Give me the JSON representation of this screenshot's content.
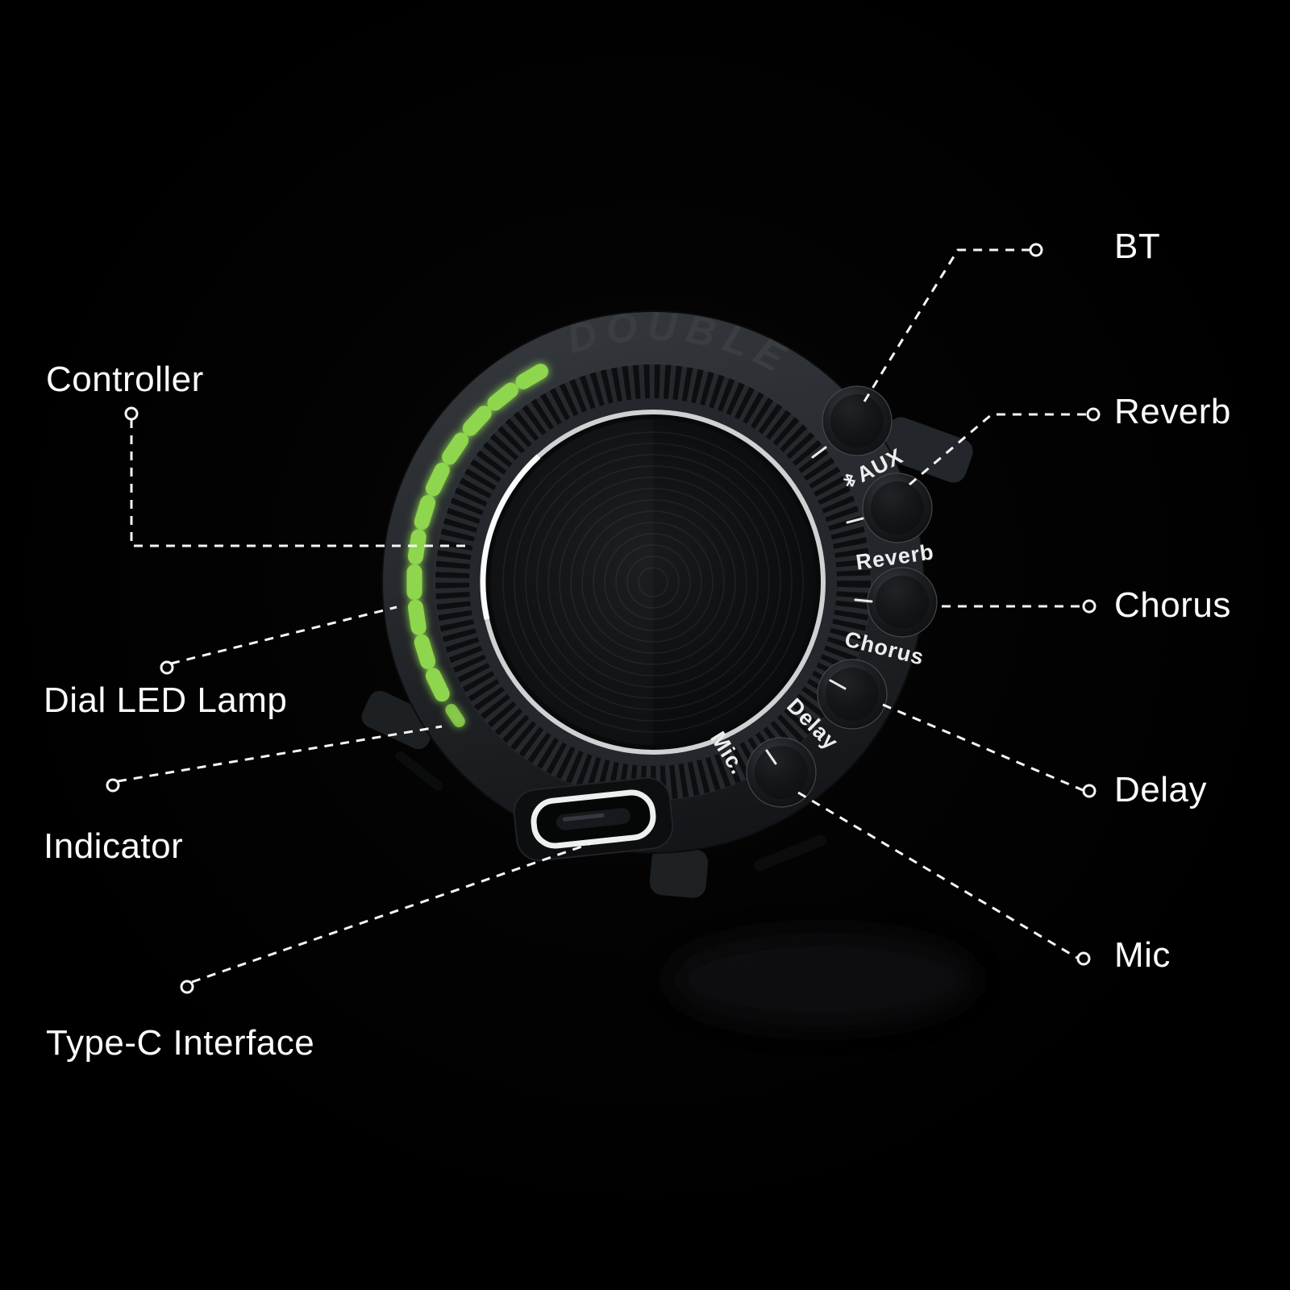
{
  "callouts": {
    "controller": "Controller",
    "dial_led_lamp": "Dial LED Lamp",
    "indicator": "Indicator",
    "type_c_interface": "Type-C Interface",
    "bt": "BT",
    "reverb": "Reverb",
    "chorus": "Chorus",
    "delay": "Delay",
    "mic": "Mic"
  },
  "device": {
    "brand": "DOUBLE",
    "buttons": {
      "aux": "AUX",
      "reverb": "Reverb",
      "chorus": "Chorus",
      "delay": "Delay",
      "mic": "Mic."
    },
    "led": {
      "count": 12,
      "color": "#8ed64e"
    }
  }
}
